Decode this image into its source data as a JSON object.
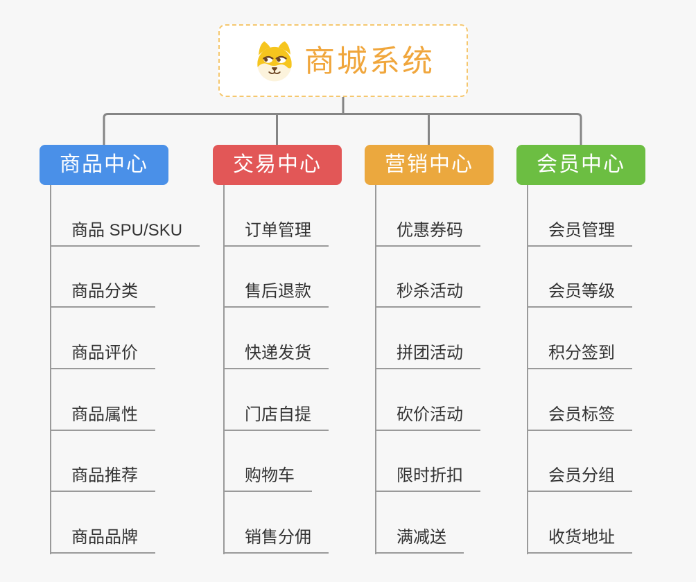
{
  "root": {
    "title": "商城系统",
    "title_color": "#f0a63c",
    "icon": "shiba-dog-icon",
    "border_color": "#f5c76e"
  },
  "colors": {
    "page_background": "#f7f7f7",
    "connector_gray": "#858585",
    "child_line_gray": "#9a9a9a",
    "item_text": "#333333"
  },
  "branches": [
    {
      "label": "商品中心",
      "color": "#4a90e8",
      "items": [
        "商品 SPU/SKU",
        "商品分类",
        "商品评价",
        "商品属性",
        "商品推荐",
        "商品品牌"
      ]
    },
    {
      "label": "交易中心",
      "color": "#e25757",
      "items": [
        "订单管理",
        "售后退款",
        "快递发货",
        "门店自提",
        "购物车",
        "销售分佣"
      ]
    },
    {
      "label": "营销中心",
      "color": "#eba83e",
      "items": [
        "优惠券码",
        "秒杀活动",
        "拼团活动",
        "砍价活动",
        "限时折扣",
        "满减送"
      ]
    },
    {
      "label": "会员中心",
      "color": "#6cbe42",
      "items": [
        "会员管理",
        "会员等级",
        "积分签到",
        "会员标签",
        "会员分组",
        "收货地址"
      ]
    }
  ]
}
